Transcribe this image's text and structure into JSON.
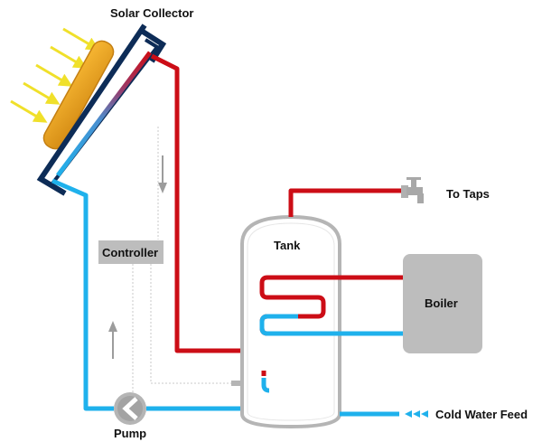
{
  "labels": {
    "solar_collector": "Solar Collector",
    "to_taps": "To Taps",
    "tank": "Tank",
    "controller": "Controller",
    "boiler": "Boiler",
    "cold_water_feed": "Cold Water Feed",
    "pump": "Pump"
  },
  "colors": {
    "hot": "#cc0d16",
    "cold": "#1fb1ec",
    "collector_frame": "#0d2c57",
    "collector_panel": "#e8a324",
    "sun_rays": "#f0e02a",
    "box_grey": "#bdbdbd",
    "flow_arrow": "#9c9c9c"
  },
  "icons": [
    "sun-ray-arrow",
    "tap-icon",
    "pump-icon",
    "flow-arrow-icon",
    "cold-feed-arrow-icon"
  ]
}
